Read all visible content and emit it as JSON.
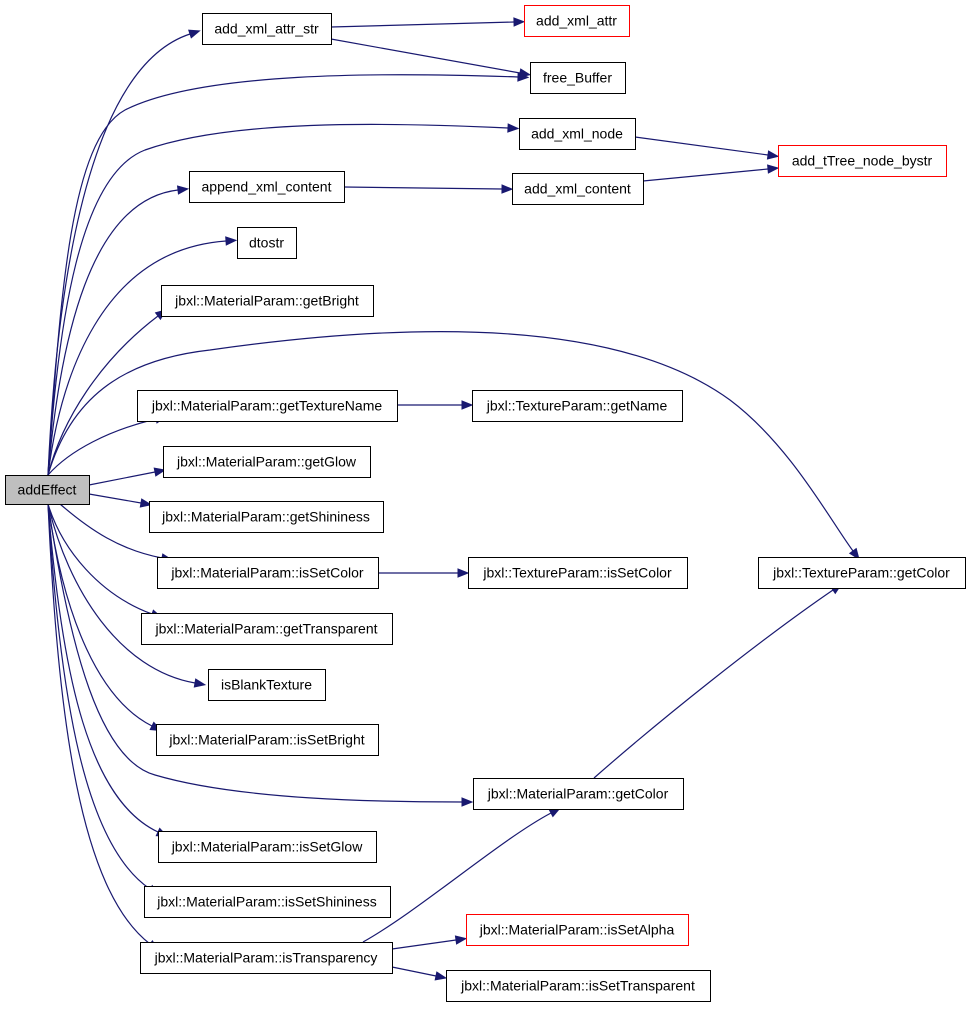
{
  "diagram": {
    "type": "call-graph",
    "colors": {
      "edge": "#191970",
      "root_fill": "#bfbfbf",
      "node_border": "#000000",
      "truncated_border": "#ff0000"
    },
    "nodes": [
      {
        "id": "addEffect",
        "label": "addEffect",
        "role": "root"
      },
      {
        "id": "add_xml_attr_str",
        "label": "add_xml_attr_str"
      },
      {
        "id": "add_xml_attr",
        "label": "add_xml_attr",
        "truncated": true
      },
      {
        "id": "free_Buffer",
        "label": "free_Buffer"
      },
      {
        "id": "add_xml_node",
        "label": "add_xml_node"
      },
      {
        "id": "add_tTree_node_bystr",
        "label": "add_tTree_node_bystr",
        "truncated": true
      },
      {
        "id": "append_xml_content",
        "label": "append_xml_content"
      },
      {
        "id": "add_xml_content",
        "label": "add_xml_content"
      },
      {
        "id": "dtostr",
        "label": "dtostr"
      },
      {
        "id": "getBright",
        "label": "jbxl::MaterialParam::getBright"
      },
      {
        "id": "getTextureName",
        "label": "jbxl::MaterialParam::getTextureName"
      },
      {
        "id": "tp_getName",
        "label": "jbxl::TextureParam::getName"
      },
      {
        "id": "getGlow",
        "label": "jbxl::MaterialParam::getGlow"
      },
      {
        "id": "getShininess",
        "label": "jbxl::MaterialParam::getShininess"
      },
      {
        "id": "isSetColor",
        "label": "jbxl::MaterialParam::isSetColor"
      },
      {
        "id": "tp_isSetColor",
        "label": "jbxl::TextureParam::isSetColor"
      },
      {
        "id": "tp_getColor",
        "label": "jbxl::TextureParam::getColor"
      },
      {
        "id": "getTransparent",
        "label": "jbxl::MaterialParam::getTransparent"
      },
      {
        "id": "isBlankTexture",
        "label": "isBlankTexture"
      },
      {
        "id": "isSetBright",
        "label": "jbxl::MaterialParam::isSetBright"
      },
      {
        "id": "mp_getColor",
        "label": "jbxl::MaterialParam::getColor"
      },
      {
        "id": "isSetGlow",
        "label": "jbxl::MaterialParam::isSetGlow"
      },
      {
        "id": "isSetShininess",
        "label": "jbxl::MaterialParam::isSetShininess"
      },
      {
        "id": "isSetAlpha",
        "label": "jbxl::MaterialParam::isSetAlpha",
        "truncated": true
      },
      {
        "id": "isTransparency",
        "label": "jbxl::MaterialParam::isTransparency"
      },
      {
        "id": "isSetTransparent",
        "label": "jbxl::MaterialParam::isSetTransparent"
      }
    ],
    "edges": [
      {
        "from": "addEffect",
        "to": "add_xml_attr_str"
      },
      {
        "from": "addEffect",
        "to": "free_Buffer"
      },
      {
        "from": "addEffect",
        "to": "add_xml_node"
      },
      {
        "from": "addEffect",
        "to": "append_xml_content"
      },
      {
        "from": "addEffect",
        "to": "dtostr"
      },
      {
        "from": "addEffect",
        "to": "getBright"
      },
      {
        "from": "addEffect",
        "to": "tp_getColor"
      },
      {
        "from": "addEffect",
        "to": "getTextureName"
      },
      {
        "from": "addEffect",
        "to": "getGlow"
      },
      {
        "from": "addEffect",
        "to": "getShininess"
      },
      {
        "from": "addEffect",
        "to": "isSetColor"
      },
      {
        "from": "addEffect",
        "to": "getTransparent"
      },
      {
        "from": "addEffect",
        "to": "isBlankTexture"
      },
      {
        "from": "addEffect",
        "to": "isSetBright"
      },
      {
        "from": "addEffect",
        "to": "mp_getColor"
      },
      {
        "from": "addEffect",
        "to": "isSetGlow"
      },
      {
        "from": "addEffect",
        "to": "isSetShininess"
      },
      {
        "from": "addEffect",
        "to": "isTransparency"
      },
      {
        "from": "add_xml_attr_str",
        "to": "add_xml_attr"
      },
      {
        "from": "add_xml_attr_str",
        "to": "free_Buffer"
      },
      {
        "from": "add_xml_node",
        "to": "add_tTree_node_bystr"
      },
      {
        "from": "append_xml_content",
        "to": "add_xml_content"
      },
      {
        "from": "add_xml_content",
        "to": "add_tTree_node_bystr"
      },
      {
        "from": "getTextureName",
        "to": "tp_getName"
      },
      {
        "from": "isSetColor",
        "to": "tp_isSetColor"
      },
      {
        "from": "mp_getColor",
        "to": "tp_getColor"
      },
      {
        "from": "isTransparency",
        "to": "mp_getColor"
      },
      {
        "from": "isTransparency",
        "to": "isSetAlpha"
      },
      {
        "from": "isTransparency",
        "to": "isSetTransparent"
      }
    ]
  }
}
